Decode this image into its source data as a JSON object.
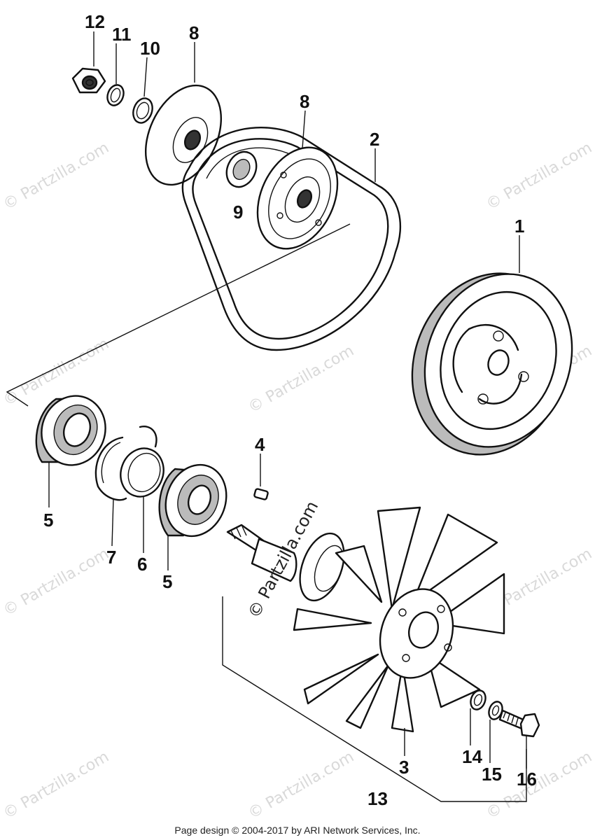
{
  "callouts": [
    {
      "id": "12",
      "text": "12"
    },
    {
      "id": "11",
      "text": "11"
    },
    {
      "id": "10",
      "text": "10"
    },
    {
      "id": "8a",
      "text": "8"
    },
    {
      "id": "8b",
      "text": "8"
    },
    {
      "id": "2",
      "text": "2"
    },
    {
      "id": "9",
      "text": "9"
    },
    {
      "id": "1",
      "text": "1"
    },
    {
      "id": "4",
      "text": "4"
    },
    {
      "id": "5a",
      "text": "5"
    },
    {
      "id": "7",
      "text": "7"
    },
    {
      "id": "6",
      "text": "6"
    },
    {
      "id": "5b",
      "text": "5"
    },
    {
      "id": "3",
      "text": "3"
    },
    {
      "id": "14",
      "text": "14"
    },
    {
      "id": "15",
      "text": "15"
    },
    {
      "id": "16",
      "text": "16"
    },
    {
      "id": "13",
      "text": "13"
    }
  ],
  "watermark": "© Partzilla.com",
  "footer": "Page design © 2004-2017 by ARI Network Services, Inc."
}
